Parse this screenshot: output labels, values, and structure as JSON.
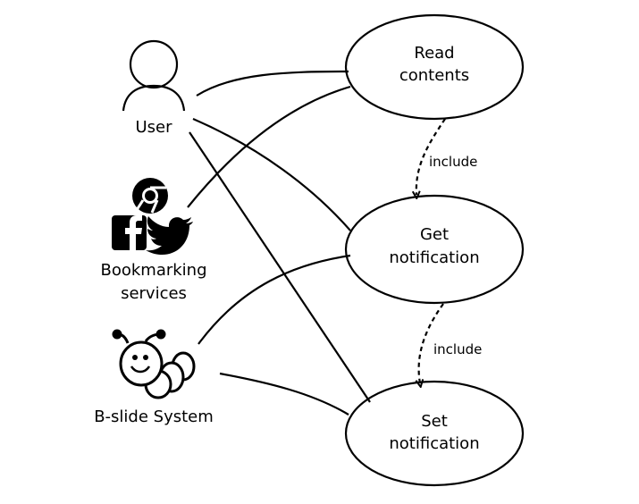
{
  "actors": [
    {
      "id": "user",
      "label": "User",
      "icon": "person-icon"
    },
    {
      "id": "bookmarking",
      "label_lines": [
        "Bookmarking",
        "services"
      ],
      "icons": [
        "chrome-icon",
        "facebook-icon",
        "twitter-icon"
      ]
    },
    {
      "id": "bslide",
      "label": "B-slide System",
      "icon": "caterpillar-mascot-icon"
    }
  ],
  "use_cases": [
    {
      "id": "read",
      "lines": [
        "Read",
        "contents"
      ]
    },
    {
      "id": "get",
      "lines": [
        "Get",
        "notification"
      ]
    },
    {
      "id": "set",
      "lines": [
        "Set",
        "notification"
      ]
    }
  ],
  "relations": [
    {
      "from": "read",
      "to": "get",
      "label": "include"
    },
    {
      "from": "get",
      "to": "set",
      "label": "include"
    }
  ],
  "associations": [
    {
      "actor": "user",
      "use_case": "read"
    },
    {
      "actor": "user",
      "use_case": "get"
    },
    {
      "actor": "user",
      "use_case": "set"
    },
    {
      "actor": "bookmarking",
      "use_case": "read"
    },
    {
      "actor": "bslide",
      "use_case": "get"
    },
    {
      "actor": "bslide",
      "use_case": "set"
    }
  ]
}
